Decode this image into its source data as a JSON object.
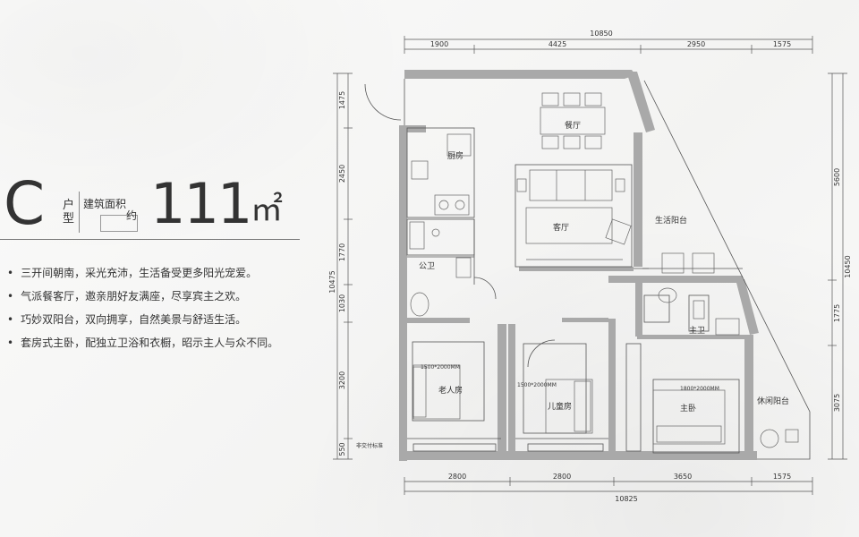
{
  "unit_type": {
    "letter": "C",
    "label": "户型"
  },
  "area": {
    "label": "建筑面积",
    "approx": "约",
    "value": "111",
    "unit": "㎡"
  },
  "features": [
    "三开间朝南，采光充沛，生活备受更多阳光宠爱。",
    "气派餐客厅，邀亲朋好友满座，尽享宾主之欢。",
    "巧妙双阳台，双向拥享，自然美景与舒适生活。",
    "套房式主卧，配独立卫浴和衣橱，昭示主人与众不同。"
  ],
  "rooms": {
    "dining": "餐厅",
    "kitchen": "厨房",
    "living": "客厅",
    "service_balcony": "生活阳台",
    "public_bath": "公卫",
    "master_bath": "主卫",
    "elder_room": "老人房",
    "child_room": "儿童房",
    "master_bedroom": "主卧",
    "leisure_balcony": "休闲阳台"
  },
  "bed_labels": {
    "elder": "1500*2000MM",
    "child": "1500*2000MM",
    "master": "1800*2000MM"
  },
  "note": "非交付标准",
  "dimensions": {
    "top_total": "10850",
    "top": [
      "1900",
      "4425",
      "2950",
      "1575"
    ],
    "bottom": [
      "2800",
      "2800",
      "3650",
      "1575"
    ],
    "bottom_total": "10825",
    "left_total": "10475",
    "left": [
      "1475",
      "2450",
      "1770",
      "1030",
      "3200",
      "550"
    ],
    "right_total": "10450",
    "right": [
      "5600",
      "1775",
      "3075"
    ]
  }
}
